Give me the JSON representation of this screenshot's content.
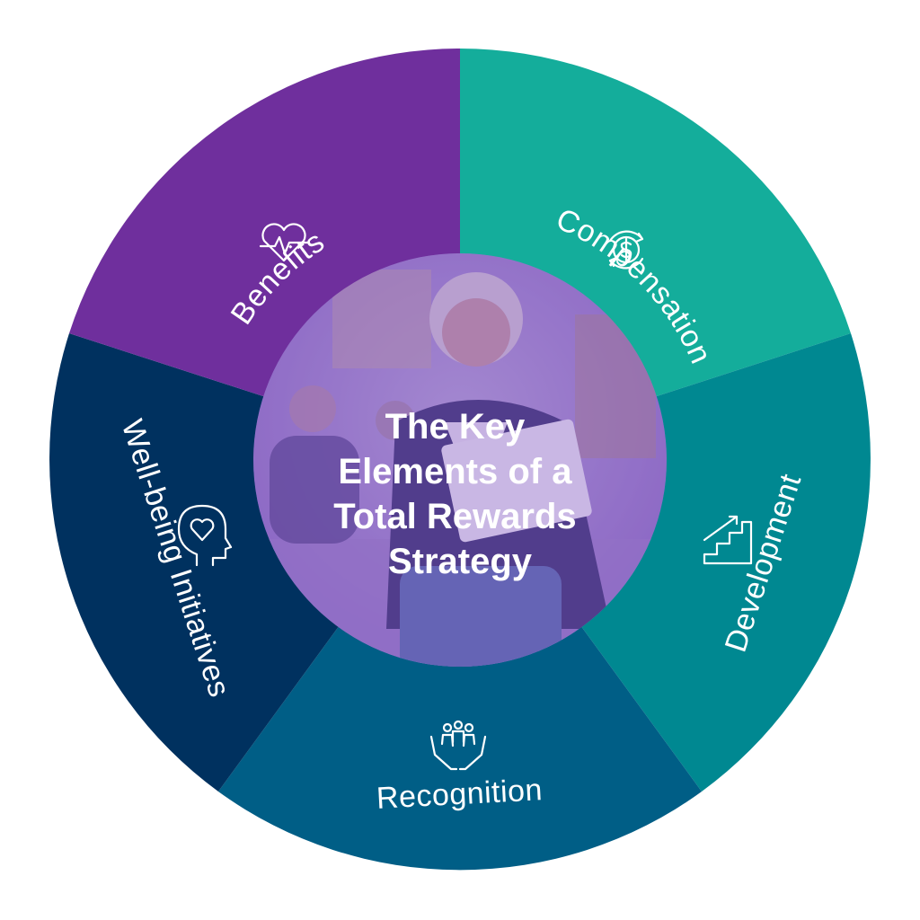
{
  "diagram": {
    "center_title_lines": [
      "The Key",
      "Elements of a",
      "Total Rewards",
      "Strategy"
    ],
    "segments": [
      {
        "id": "compensation",
        "label": "Compensation",
        "color": "#14ad9b",
        "icon": "dollar-cycle-icon"
      },
      {
        "id": "development",
        "label": "Development",
        "color": "#008891",
        "icon": "stairs-growth-icon"
      },
      {
        "id": "recognition",
        "label": "Recognition",
        "color": "#005e86",
        "icon": "hands-people-icon"
      },
      {
        "id": "wellbeing",
        "label": "Well-being Initiatives",
        "color": "#00315f",
        "icon": "head-heart-icon"
      },
      {
        "id": "benefits",
        "label": "Benefits",
        "color": "#6f2f9d",
        "icon": "heart-pulse-icon"
      }
    ],
    "center_overlay_color": "#7b4fc0"
  }
}
